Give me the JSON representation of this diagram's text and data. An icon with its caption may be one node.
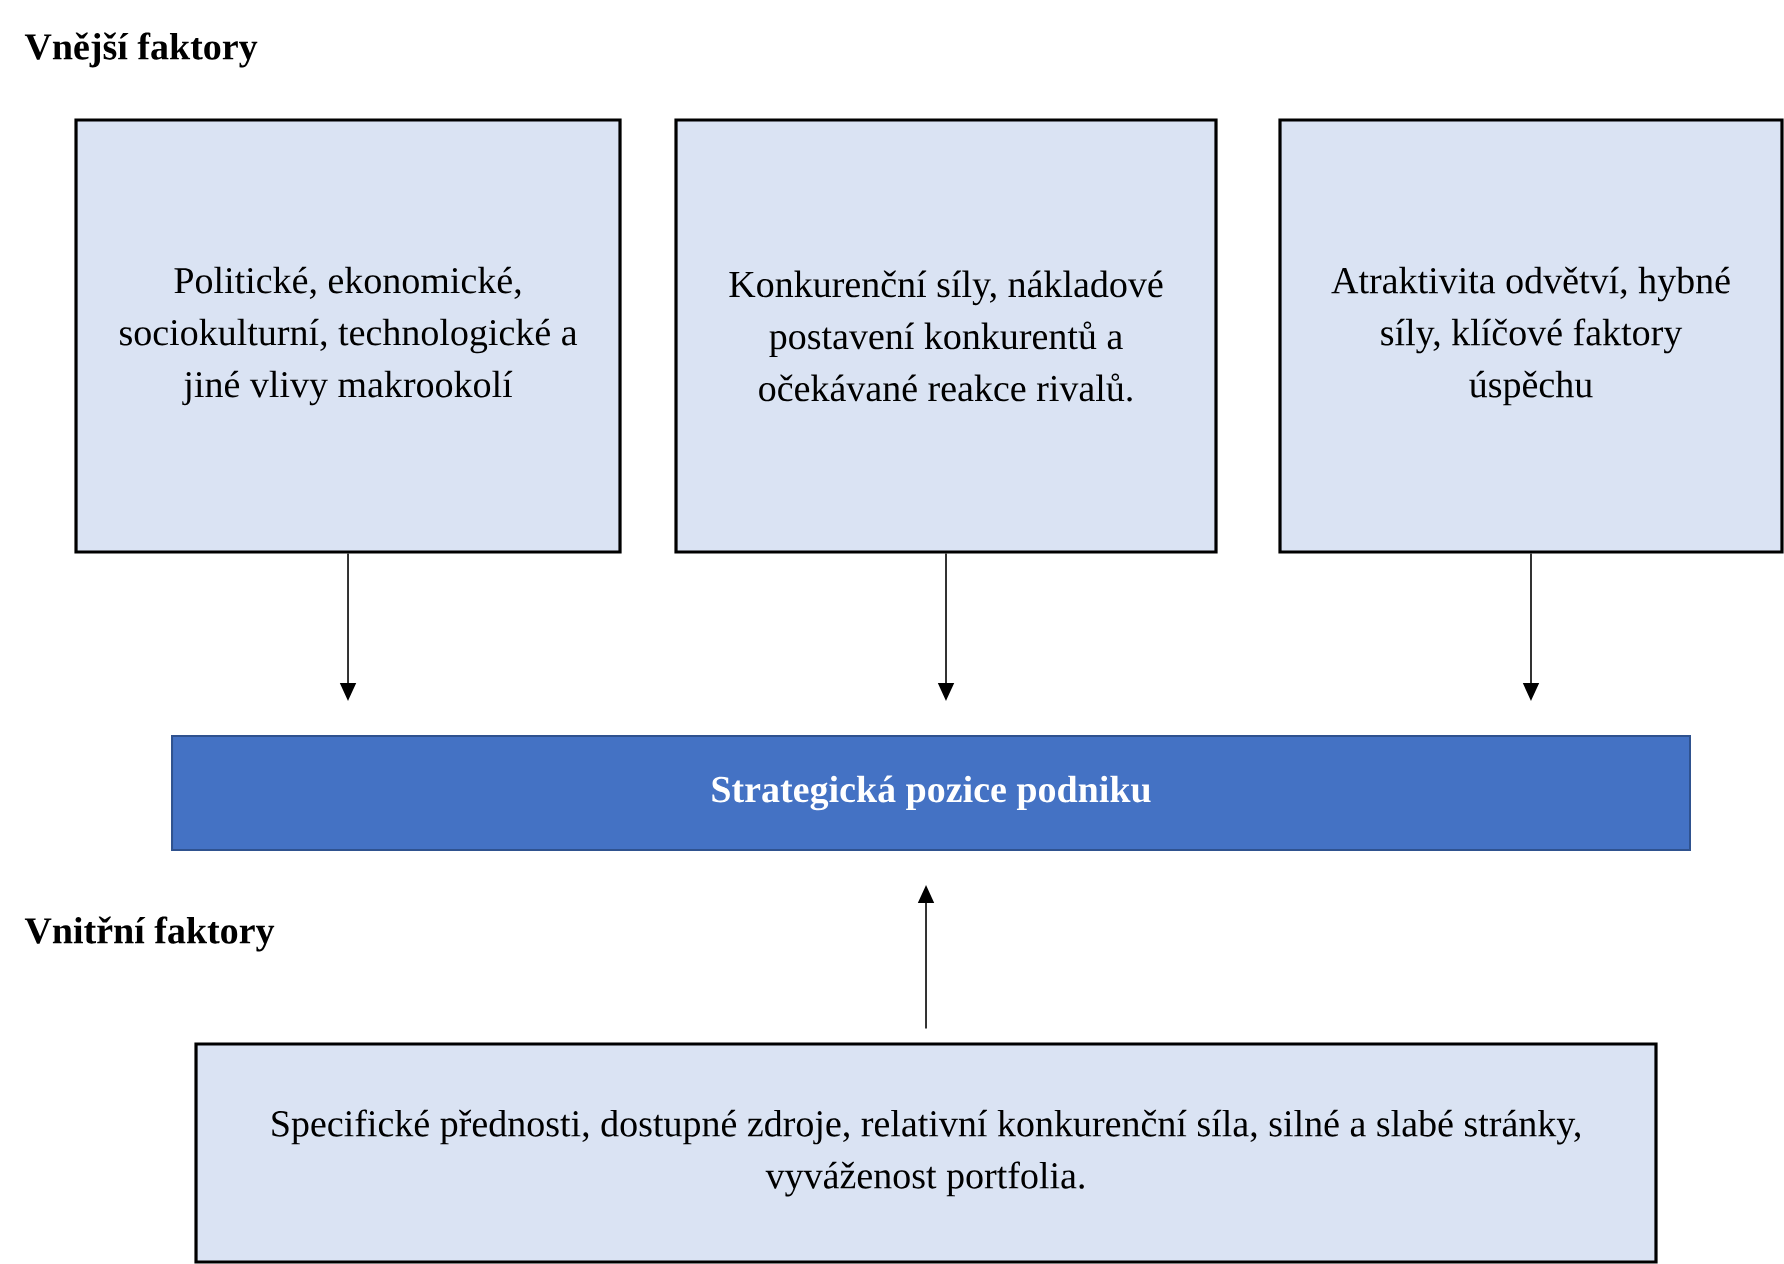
{
  "diagram": {
    "nodes": [
      {
        "text": [
          "Politické, ekonomické, sociokulturní, technologické a jiné vlivy makrookolí"
        ]
      },
      {
        "text": [
          "Konkurenční síly, nákladové postavení konkurentů a očekávané reakce rivalů."
        ]
      },
      {
        "text": [
          "Atraktivita odvětví, hybné síly, klíčové faktory úspěchu"
        ]
      },
      {
        "text": [
          "Strategická pozice podniku"
        ]
      },
      {
        "text": [
          "Specifické přednosti, dostupné zdroje, relativní konkurenční síla, silné a slabé stránky, vyváženost portfolia."
        ]
      }
    ],
    "edges": [
      {
        "from": 0,
        "to": 3,
        "arrow": "to"
      },
      {
        "from": 1,
        "to": 3,
        "arrow": "to"
      },
      {
        "from": 2,
        "to": 3,
        "arrow": "to"
      },
      {
        "from": 4,
        "to": 3,
        "arrow": "to"
      }
    ],
    "labels": [
      "Vnější faktory",
      "Vnitřní faktory"
    ]
  }
}
